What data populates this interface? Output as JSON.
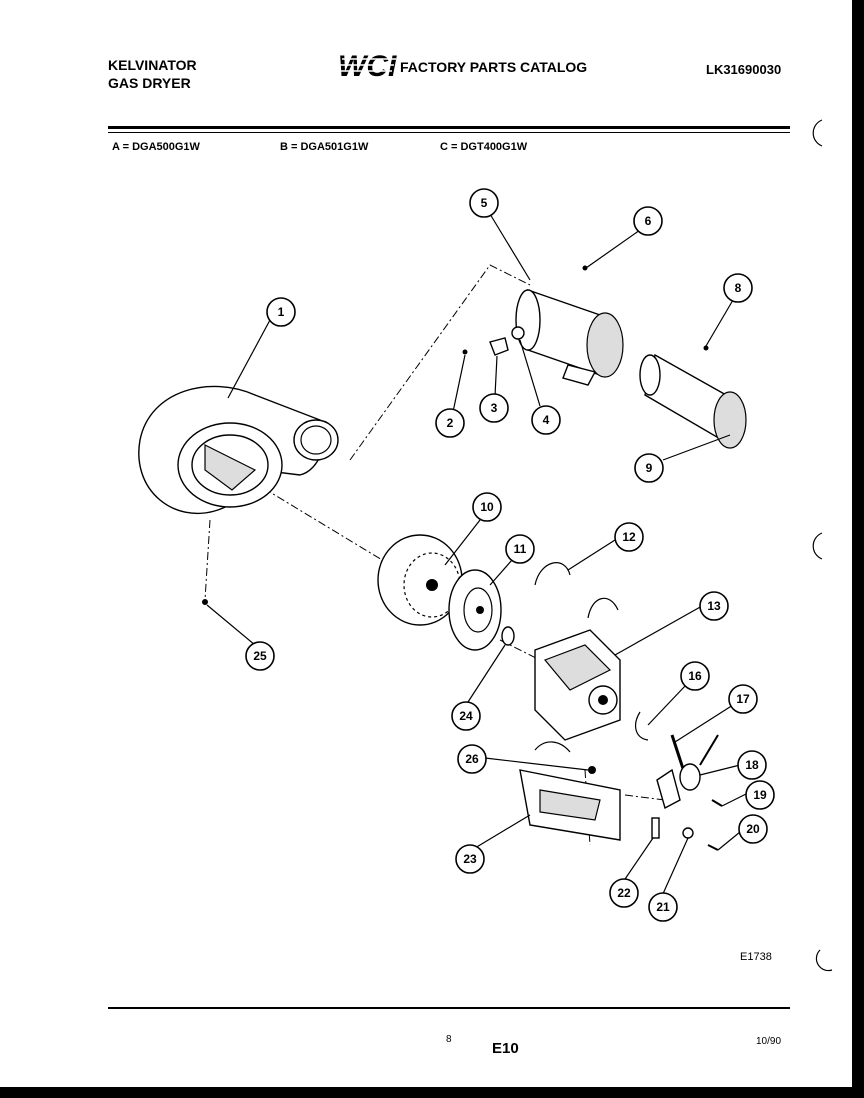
{
  "header": {
    "brand_line1": "KELVINATOR",
    "brand_line2": "GAS DRYER",
    "logo_text": "WCI",
    "catalog_title": "FACTORY PARTS CATALOG",
    "catalog_number": "LK31690030"
  },
  "models": [
    {
      "label": "A = DGA500G1W"
    },
    {
      "label": "B = DGA501G1W"
    },
    {
      "label": "C = DGT400G1W"
    }
  ],
  "callouts": [
    "1",
    "2",
    "3",
    "4",
    "5",
    "6",
    "8",
    "9",
    "10",
    "11",
    "12",
    "13",
    "16",
    "17",
    "18",
    "19",
    "20",
    "21",
    "22",
    "23",
    "24",
    "25",
    "26"
  ],
  "footer": {
    "drawing_code": "E1738",
    "page_number": "8",
    "page_code": "E10",
    "date": "10/90"
  }
}
